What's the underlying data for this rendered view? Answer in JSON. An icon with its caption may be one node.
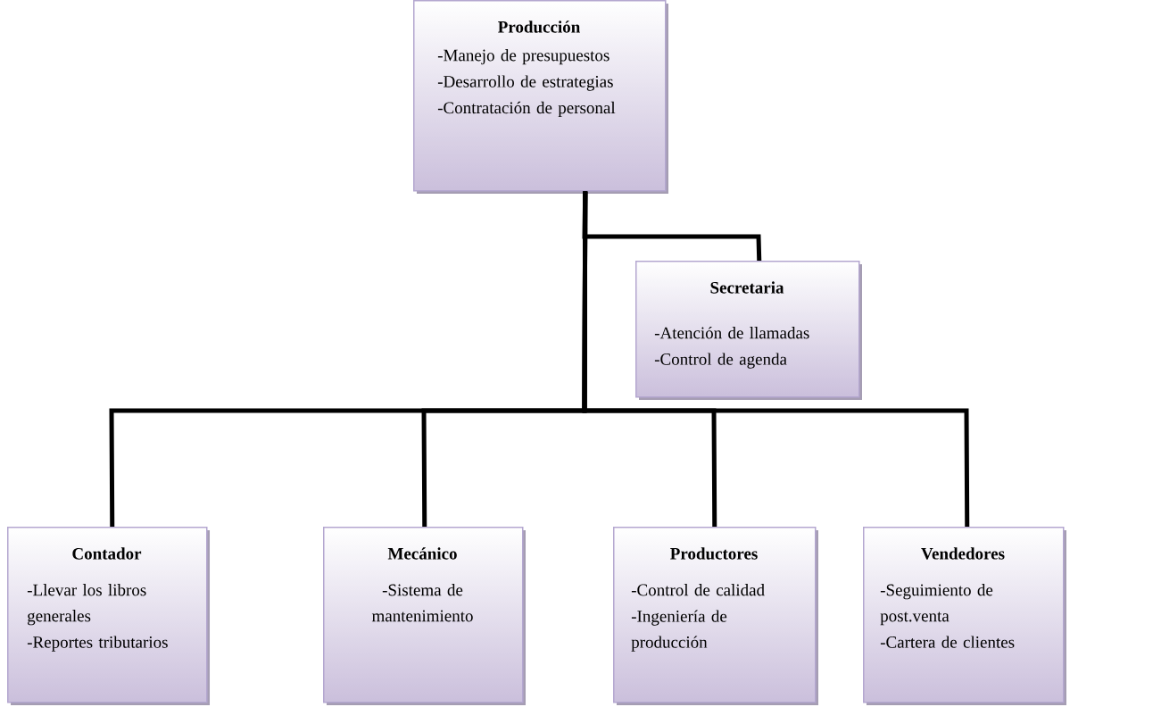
{
  "diagram": {
    "nodes": [
      {
        "text": [
          "Producción",
          "-Manejo de presupuestos",
          "-Desarrollo de estrategias",
          "-Contratación de personal"
        ]
      },
      {
        "text": [
          "Secretaria",
          "-Atención de llamadas",
          "-Control de agenda"
        ]
      },
      {
        "text": [
          "Contador",
          "-Llevar los libros generales",
          "-Reportes tributarios"
        ]
      },
      {
        "text": [
          "Mecánico",
          "-Sistema de mantenimiento"
        ]
      },
      {
        "text": [
          "Productores",
          "-Control de calidad",
          "-Ingeniería de producción"
        ]
      },
      {
        "text": [
          "Vendedores",
          "-Seguimiento de post.venta",
          "-Cartera de clientes"
        ]
      }
    ],
    "edges": [
      {
        "from": 0,
        "to": 1,
        "arrow": "none"
      },
      {
        "from": 0,
        "to": 2,
        "arrow": "none"
      },
      {
        "from": 0,
        "to": 3,
        "arrow": "none"
      },
      {
        "from": 0,
        "to": 4,
        "arrow": "none"
      },
      {
        "from": 0,
        "to": 5,
        "arrow": "none"
      }
    ]
  }
}
